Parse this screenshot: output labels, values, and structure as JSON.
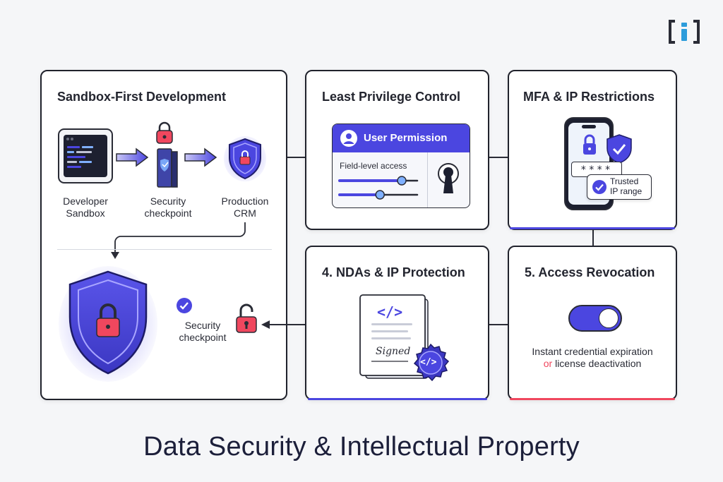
{
  "colors": {
    "accent": "#4b46e0",
    "lock_red": "#f0475e",
    "card_border": "#20222c",
    "background": "#f5f6f8"
  },
  "logo": {
    "text": "[i]",
    "icon": "info-logo-icon"
  },
  "cards": {
    "sandbox": {
      "title": "Sandbox-First Development",
      "steps": [
        {
          "label_line1": "Developer",
          "label_line2": "Sandbox",
          "icon": "code-window-icon"
        },
        {
          "label_line1": "Security",
          "label_line2": "checkpoint",
          "icon": "security-gate-icon"
        },
        {
          "label_line1": "Production",
          "label_line2": "CRM",
          "icon": "shield-lock-icon"
        }
      ],
      "bottom_label_line1": "Security",
      "bottom_label_line2": "checkpoint"
    },
    "least_privilege": {
      "title": "Least Privilege Control",
      "panel_header": "User Permission",
      "field_label": "Field-level access",
      "slider_1_level": 0.8,
      "slider_2_level": 0.52
    },
    "mfa": {
      "title": "MFA & IP Restrictions",
      "pin_mask": "****",
      "badge_line1": "Trusted",
      "badge_line2": "IP range"
    },
    "nda": {
      "title": "4. NDAs & IP Protection",
      "code_symbol": "</>",
      "signature": "Signed",
      "seal_symbol": "</>"
    },
    "revocation": {
      "title": "5. Access Revocation",
      "line1": "Instant credential expiration",
      "line2_prefix": "or",
      "line2_rest": " license deactivation"
    }
  },
  "footer_title": "Data Security & Intellectual Property"
}
